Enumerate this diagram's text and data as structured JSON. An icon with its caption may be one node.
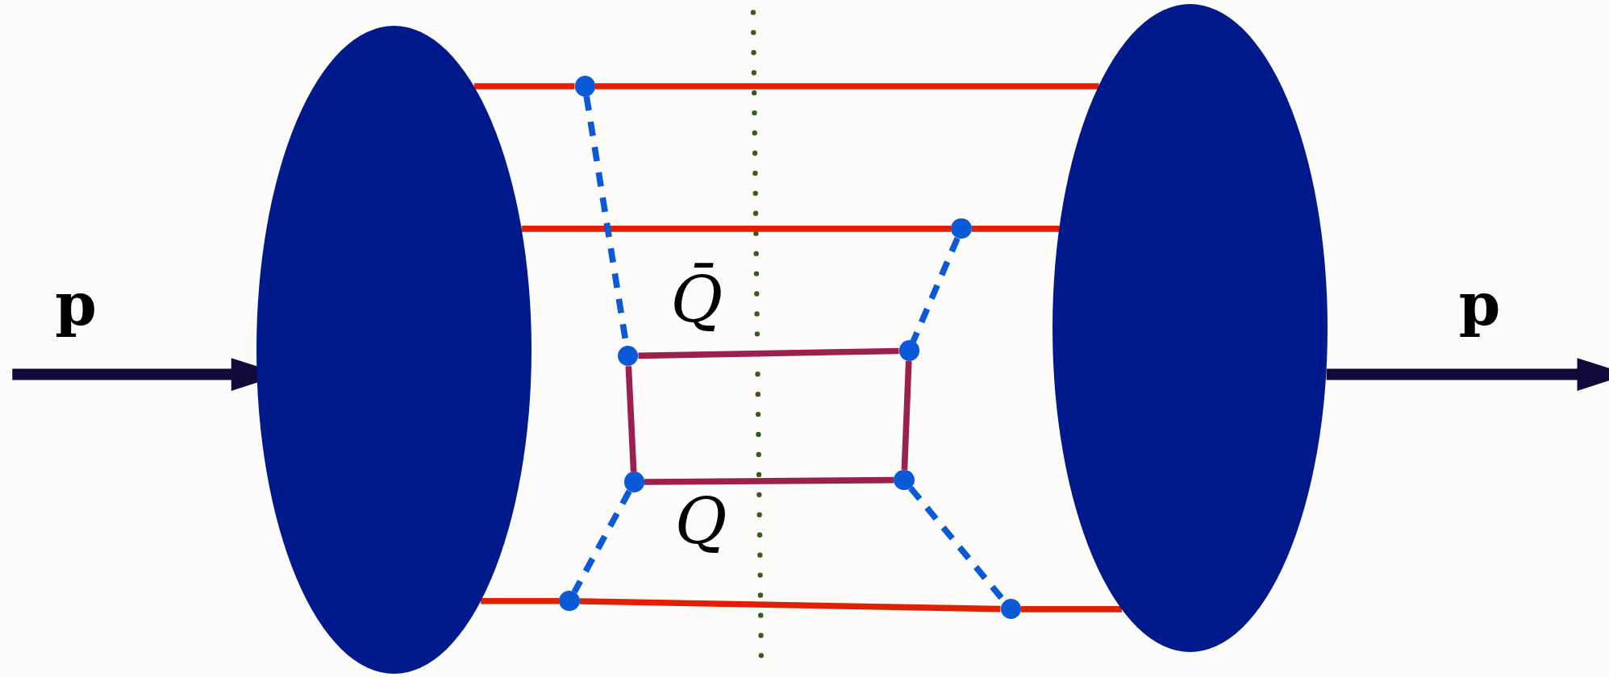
{
  "diagram": {
    "nodes": [
      {
        "text": [],
        "shape": "ellipse"
      },
      {
        "text": [],
        "shape": "ellipse"
      },
      {
        "text": [],
        "shape": "circle"
      },
      {
        "text": [],
        "shape": "circle"
      },
      {
        "text": [],
        "shape": "circle"
      },
      {
        "text": [],
        "shape": "circle"
      },
      {
        "text": [],
        "shape": "circle"
      },
      {
        "text": [],
        "shape": "circle"
      },
      {
        "text": [],
        "shape": "circle"
      },
      {
        "text": [],
        "shape": "circle"
      }
    ],
    "edges": [
      {
        "from": null,
        "to": 0,
        "arrow": "to",
        "label": "p",
        "color": "#120a3a",
        "style": "thick"
      },
      {
        "from": 1,
        "to": null,
        "arrow": "to",
        "label": "p",
        "color": "#120a3a",
        "style": "thick"
      },
      {
        "from": 0,
        "to": 2,
        "arrow": "none",
        "color": "#e02000"
      },
      {
        "from": 2,
        "to": 1,
        "arrow": "none",
        "color": "#e02000"
      },
      {
        "from": 0,
        "to": 3,
        "arrow": "none",
        "color": "#e02000"
      },
      {
        "from": 3,
        "to": 1,
        "arrow": "none",
        "color": "#e02000"
      },
      {
        "from": 0,
        "to": 8,
        "arrow": "none",
        "color": "#e02000"
      },
      {
        "from": 8,
        "to": 9,
        "arrow": "none",
        "color": "#e02000"
      },
      {
        "from": 9,
        "to": 1,
        "arrow": "none",
        "color": "#e02000"
      },
      {
        "from": 2,
        "to": 4,
        "arrow": "none",
        "style": "dashed",
        "color": "#0a5ad8"
      },
      {
        "from": 3,
        "to": 5,
        "arrow": "none",
        "style": "dashed",
        "color": "#0a5ad8"
      },
      {
        "from": 6,
        "to": 8,
        "arrow": "none",
        "style": "dashed",
        "color": "#0a5ad8"
      },
      {
        "from": 7,
        "to": 9,
        "arrow": "none",
        "style": "dashed",
        "color": "#0a5ad8"
      },
      {
        "from": 4,
        "to": 5,
        "arrow": "none",
        "label": "Q̄",
        "color": "#9b2050"
      },
      {
        "from": 4,
        "to": 6,
        "arrow": "none",
        "color": "#9b2050"
      },
      {
        "from": 5,
        "to": 7,
        "arrow": "none",
        "color": "#9b2050"
      },
      {
        "from": 6,
        "to": 7,
        "arrow": "none",
        "label": "Q",
        "color": "#9b2050"
      }
    ]
  }
}
